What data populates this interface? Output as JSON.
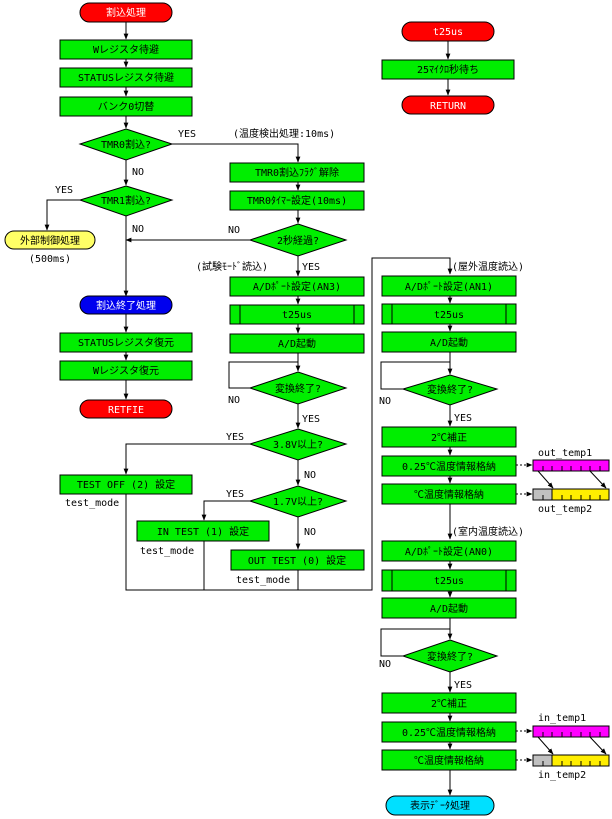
{
  "colors": {
    "process": "#00ee00",
    "terminal_red": "#ff0000",
    "terminal_blue": "#0000ee",
    "terminal_yellow": "#ffff66",
    "terminal_cyan": "#00e0ff",
    "register_magenta": "#ff00ff",
    "register_yellow": "#ffee00",
    "register_gray": "#c0c0c0"
  },
  "left": {
    "start": "割込処理",
    "save_w": "Wレジスタ待避",
    "save_status": "STATUSレジスタ待避",
    "bank0": "バンク0切替",
    "tmr0_check": "TMR0割込?",
    "tmr1_check": "TMR1割込?",
    "external": "外部制御処理",
    "external_note": "(500ms)",
    "end_process": "割込終了処理",
    "restore_status": "STATUSレジスタ復元",
    "restore_w": "Wレジスタ復元",
    "retfie": "RETFIE",
    "yes1": "YES",
    "no1": "NO",
    "yes2": "YES",
    "no2": "NO"
  },
  "mid": {
    "temp_note": "(温度検出処理:10ms)",
    "clear_flag": "TMR0割込ﾌﾗｸﾞ解除",
    "set_timer": "TMR0ﾀｲﾏｰ設定(10ms)",
    "two_sec": "2秒経過?",
    "no_2s": "NO",
    "yes_2s": "YES",
    "test_read": "(試験ﾓｰﾄﾞ読込)",
    "ad_an3": "A/Dﾎﾟｰﾄ設定(AN3)",
    "t25us": "t25us",
    "ad_start": "A/D起動",
    "conv_done": "変換終了?",
    "no_conv": "NO",
    "yes_conv": "YES",
    "v38": "3.8V以上?",
    "yes_38": "YES",
    "no_38": "NO",
    "test_off": "TEST OFF (2) 設定",
    "test_mode_1": "test_mode",
    "v17": "1.7V以上?",
    "yes_17": "YES",
    "no_17": "NO",
    "in_test": "IN TEST (1) 設定",
    "test_mode_2": "test_mode",
    "out_test": "OUT TEST (0) 設定",
    "test_mode_3": "test_mode"
  },
  "sub": {
    "name": "t25us",
    "wait": "25ﾏｲｸﾛ秒待ち",
    "ret": "RETURN"
  },
  "right": {
    "outdoor_note": "(屋外温度読込)",
    "ad_an1": "A/Dﾎﾟｰﾄ設定(AN1)",
    "t25us_1": "t25us",
    "ad_start_1": "A/D起動",
    "conv_1": "変換終了?",
    "no_1": "NO",
    "yes_1": "YES",
    "corr_1": "2℃補正",
    "store_025_1": "0.25℃温度情報格納",
    "store_1": "℃温度情報格納",
    "out_temp1": "out_temp1",
    "out_temp2": "out_temp2",
    "indoor_note": "(室内温度読込)",
    "ad_an0": "A/Dﾎﾟｰﾄ設定(AN0)",
    "t25us_2": "t25us",
    "ad_start_2": "A/D起動",
    "conv_2": "変換終了?",
    "no_2": "NO",
    "yes_2": "YES",
    "corr_2": "2℃補正",
    "store_025_2": "0.25℃温度情報格納",
    "store_2": "℃温度情報格納",
    "in_temp1": "in_temp1",
    "in_temp2": "in_temp2",
    "display": "表示ﾃﾞｰﾀ処理"
  }
}
